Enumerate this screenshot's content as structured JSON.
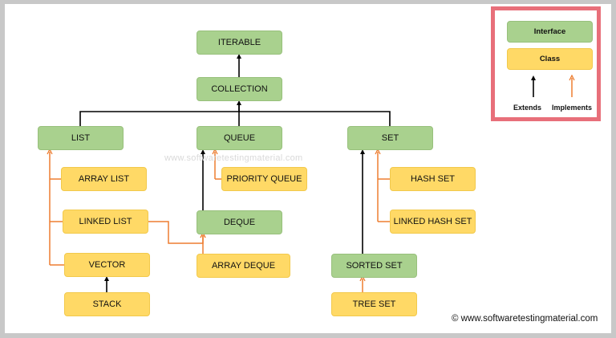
{
  "nodes": {
    "iterable": "ITERABLE",
    "collection": "COLLECTION",
    "list": "LIST",
    "queue": "QUEUE",
    "set": "SET",
    "array_list": "ARRAY LIST",
    "linked_list": "LINKED LIST",
    "vector": "VECTOR",
    "stack": "STACK",
    "priority_queue": "PRIORITY QUEUE",
    "deque": "DEQUE",
    "array_deque": "ARRAY DEQUE",
    "hash_set": "HASH SET",
    "linked_hash_set": "LINKED HASH SET",
    "sorted_set": "SORTED SET",
    "tree_set": "TREE SET"
  },
  "legend": {
    "interface": "Interface",
    "class": "Class",
    "extends": "Extends",
    "implements": "Implements"
  },
  "watermark": "www.softwaretestingmaterial.com",
  "copyright": "© www.softwaretestingmaterial.com",
  "colors": {
    "interface_fill": "#a9d18e",
    "class_fill": "#ffd966",
    "extends_line": "#000000",
    "implements_line": "#ed7d31",
    "legend_border": "#e86f7a"
  }
}
